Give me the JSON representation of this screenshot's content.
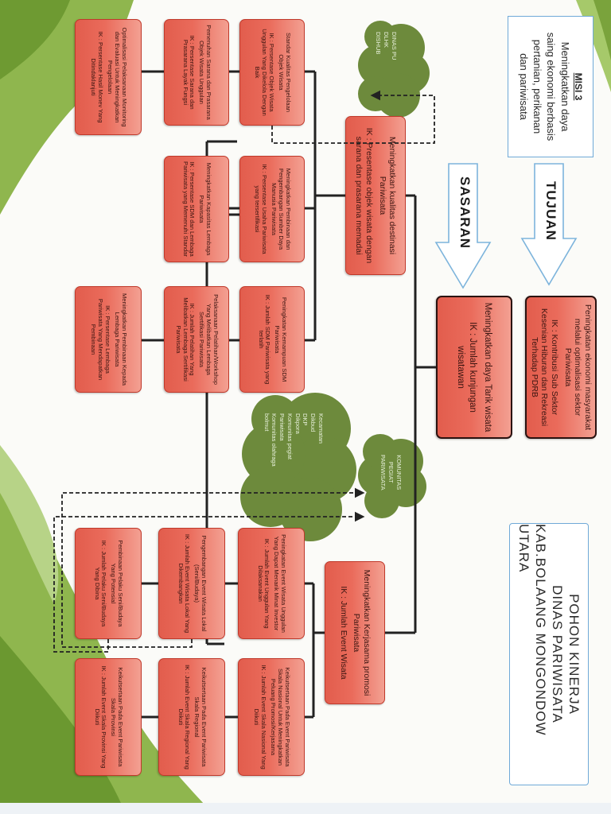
{
  "title": {
    "line1": "POHON KINERJA",
    "line2": "DINAS PARIWISATA",
    "line3": "KAB.BOLAANG MONGONDOW UTARA"
  },
  "misi": {
    "label": "MISI 3",
    "text_line1": "Meningkatkan daya",
    "text_line2": "saing ekonomi berbasis",
    "text_line3": "pertanian, perikanan",
    "text_line4": "dan pariwisata"
  },
  "tujuan_label": "TUJUAN",
  "sasaran_label": "SASARAN",
  "tujuan": {
    "text": "Peningkatan ekonomi masyarakat melalui optimalisasi sektor Pariwisata",
    "ik": "IK : Kontribusi Sub Sektor Kesenian Hiburan dan Rekreasi Terhadap PDRB"
  },
  "sasaran": {
    "text": "Meningkatkan daya Tarik wisata",
    "ik": "IK : Jumlah kunjungan wisatawan"
  },
  "program_destinasi": {
    "text": "Meningkatkan kualitas destinasi Pariwisata",
    "ik": "IK : Presentase objek wisata dengan sarana dan prasarana memadai"
  },
  "program_promosi": {
    "text": "Meningkatkan Kerjasama promosi Pariwisata",
    "ik": "IK : Jumlah Event Wisata"
  },
  "kegiatan": [
    {
      "text": "Standar Kualitas Pengelolaan Objek Wisata",
      "ik": "IK : Persentase Objek Wisata Unggulan Yang Dikelola Dengan Baik"
    },
    {
      "text": "Pemenuhan Sarana dan Prasarana Objek Wisata Unggulan",
      "ik": "IK : Persentase Sarana dan Prasarana Layak Fungsi"
    },
    {
      "text": "Optimalisasi Pelaksanaan Monitoring dan Evaluasi Untuk Meningkatkan Pengelolaan",
      "ik": "IK : Persentase Hasil Monev Yang Ditindaklanjuti"
    },
    {
      "text": "Meningkatkan Pembinaan dan Pengembangan Sumber Daya Manusia Pariwisata",
      "ik": "IK : Persentase Usaha Pariwisata yang tersertifikasi"
    },
    {
      "text": "Meningkatkan Kapasitas Lembaga Pariwisata",
      "ik": "IK : Persentase SDM dan Lembaga Pariwisata yang Memenuhi Standar"
    },
    {
      "text": "Peningkatan Kemampuan SDM Pariwisata",
      "ik": "IK : Jumlah SDM Pariwisata yang terlatih"
    },
    {
      "text": "Pelaksanaan Pelatihan/Workshop Yang Melibatkan Lembaga Sertifikasi Pariwisata",
      "ik": "IK : Jumlah Pelatihan Yang Melibatkan Lembaga Sertifikasi Pariwisata"
    },
    {
      "text": "Meningkatkan Pembinaan Kepada Lembaga Pariwisata",
      "ik": "IK : Persentase Lembaga Pariwisata Yang Mendapatkan Pembinaan"
    },
    {
      "text": "Peningkatan Event Wisata Unggulan Yang Dapat Menarik Minat Investor",
      "ik": "IK : Jumlah Event Unggulan Yang Dilaksanakan"
    },
    {
      "text": "Pengembangan Event Wisata Lokal (Seni/Budaya)",
      "ik": "IK : Jumlah Event Wisata Lokal Yang Dikembangkan"
    },
    {
      "text": "Pembinaan Pelaku Seni/Budaya Yang Potensial",
      "ik": "IK : Jumlah Pelaku Seni/Budaya Yang Dibina"
    },
    {
      "text": "Keikutsertaan Pada Event Pariwisata Skala Nasional Untuk Meningkatkan Peluang Promosi/Kerjasama",
      "ik": "IK : Jumlah Event Skala Nasional Yang Diikuti"
    },
    {
      "text": "Keikutsertaan Pada Event Pariwisata Skala Regional",
      "ik": "IK : Jumlah Event Skala Regional Yang Diikuti"
    },
    {
      "text": "Keikutsertaan Pada Event Pariwisata Skala Provinsi",
      "ik": "IK : Jumlah Event Skala Provinsi Yang Diikuti"
    }
  ],
  "stakeholders": {
    "cloud_1": [
      "DINAS PU",
      "DLHK",
      "DISHUB"
    ],
    "cloud_2": [
      "Kecamatan",
      "Dikbud",
      "DKP",
      "Dikpora",
      "Komunitas pegiat",
      "Pariwisata",
      "Komunitas olahraga",
      "bolmut"
    ],
    "cloud_3": [
      "KOMUNITAS",
      "PEGIAT",
      "PARIWISATA"
    ]
  },
  "colors": {
    "box_fill": "#e8685a",
    "box_border": "#c0392b",
    "cloud": "#6d8a3c",
    "hill_dark": "#7aa33c",
    "hill_light": "#a6c96a",
    "frame_border": "#6fa9d8"
  }
}
